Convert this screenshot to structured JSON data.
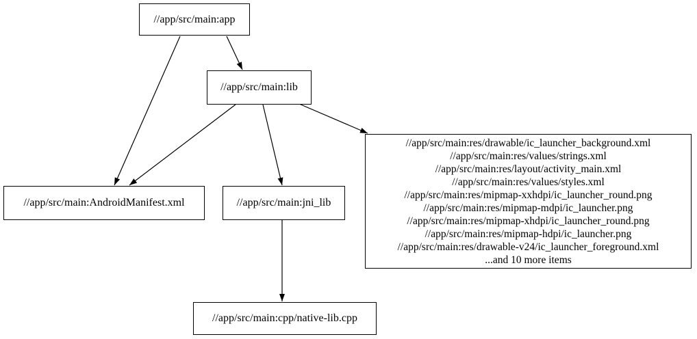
{
  "diagram": {
    "type": "dependency-graph",
    "background_color": "#ffffff",
    "node_fill_color": "#ffffff",
    "node_border_color": "#000000",
    "edge_color": "#000000",
    "text_color": "#000000"
  },
  "nodes": {
    "app": {
      "label": "//app/src/main:app"
    },
    "lib": {
      "label": "//app/src/main:lib"
    },
    "android_manifest": {
      "label": "//app/src/main:AndroidManifest.xml"
    },
    "jni_lib": {
      "label": "//app/src/main:jni_lib"
    },
    "native_lib_cpp": {
      "label": "//app/src/main:cpp/native-lib.cpp"
    },
    "resources": {
      "lines": [
        "//app/src/main:res/drawable/ic_launcher_background.xml",
        "//app/src/main:res/values/strings.xml",
        "//app/src/main:res/layout/activity_main.xml",
        "//app/src/main:res/values/styles.xml",
        "//app/src/main:res/mipmap-xxhdpi/ic_launcher_round.png",
        "//app/src/main:res/mipmap-mdpi/ic_launcher.png",
        "//app/src/main:res/mipmap-xhdpi/ic_launcher_round.png",
        "//app/src/main:res/mipmap-hdpi/ic_launcher.png",
        "//app/src/main:res/drawable-v24/ic_launcher_foreground.xml",
        "...and 10 more items"
      ]
    }
  },
  "edges": [
    {
      "from": "app",
      "to": "lib"
    },
    {
      "from": "app",
      "to": "android_manifest"
    },
    {
      "from": "lib",
      "to": "android_manifest"
    },
    {
      "from": "lib",
      "to": "jni_lib"
    },
    {
      "from": "lib",
      "to": "resources"
    },
    {
      "from": "jni_lib",
      "to": "native_lib_cpp"
    }
  ]
}
